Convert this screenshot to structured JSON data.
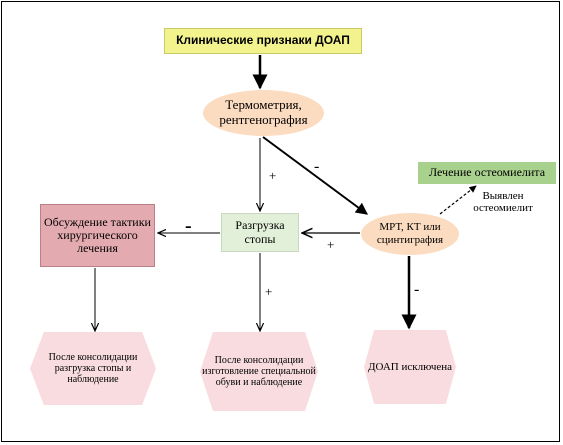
{
  "nodes": {
    "title": "Клинические признаки ДОАП",
    "thermometry": "Термометрия, рентгенография",
    "mrt": "МРТ, КТ или сцинтиграфия",
    "osteomyelitis_treatment": "Лечение остеомиелита",
    "unloading": "Разгрузка стопы",
    "discussion": "Обсуждение тактики хирургического лечения",
    "after_consolidation_observe": "После консолидации разгрузка стопы и наблюдение",
    "after_consolidation_shoes": "После консолидации изготовление специальной обуви и наблюдение",
    "doap_excluded": "ДОАП исключена"
  },
  "edge_labels": {
    "thermo_to_mrt": "-",
    "thermo_to_unloading": "+",
    "mrt_to_unloading": "+",
    "unloading_to_discussion": "-",
    "unloading_to_shoes": "+",
    "mrt_to_excluded": "-",
    "osteomyelitis_found": "Выявлен остеомиелит"
  },
  "colors": {
    "title_fill": "#f3f38e",
    "ellipse_fill": "#fcdcc0",
    "osteomyelitis_fill": "#a9d18e",
    "unloading_fill": "#e2efd9",
    "discussion_fill": "#e3aab0",
    "outcome_fill": "#f8dce0"
  }
}
